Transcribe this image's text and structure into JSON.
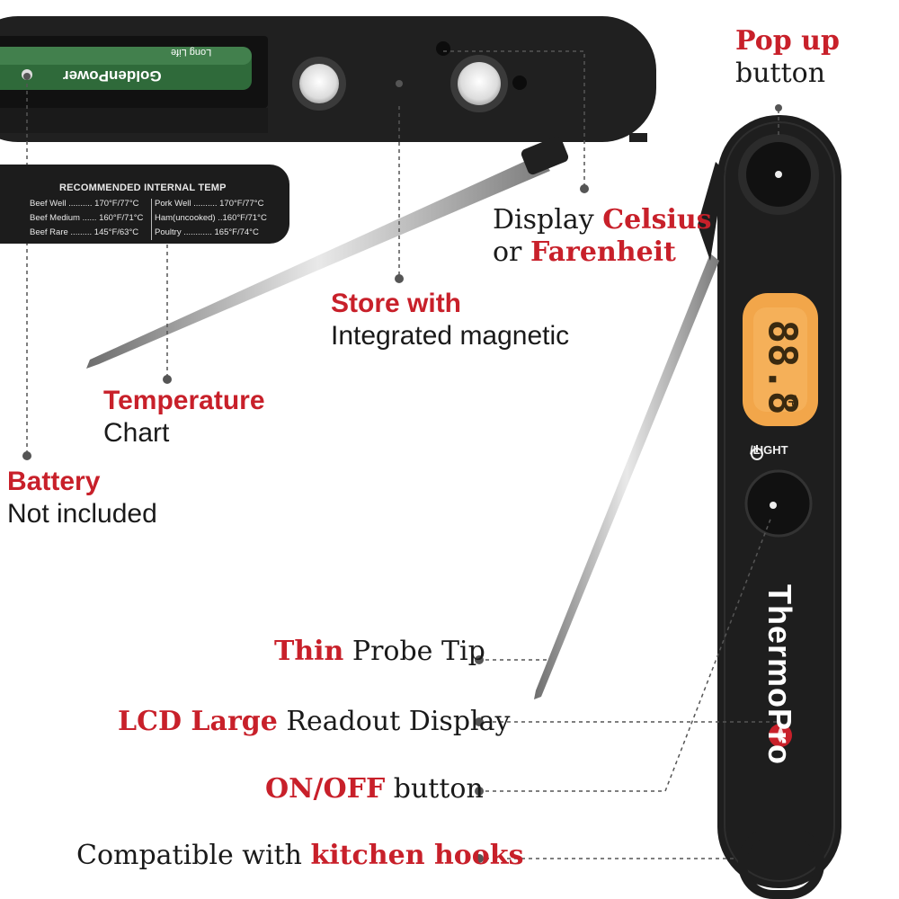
{
  "labels": {
    "pop_up": {
      "highlight": "Pop up",
      "rest": "button"
    },
    "display": {
      "prefix": "Display ",
      "celsius": "Celsius",
      "or": "or ",
      "farenheit": "Farenheit"
    },
    "store": {
      "highlight": "Store with",
      "rest": "Integrated magnetic"
    },
    "temperature": {
      "highlight": "Temperature",
      "rest": "Chart"
    },
    "battery": {
      "highlight": "Battery",
      "rest": "Not included"
    },
    "thin": {
      "highlight": "Thin",
      "rest": " Probe Tip"
    },
    "lcd": {
      "highlight": "LCD Large",
      "rest": " Readout Display"
    },
    "onoff": {
      "highlight": "ON/OFF",
      "rest": " button"
    },
    "hooks": {
      "prefix": "Compatible with ",
      "highlight": "kitchen hooks"
    }
  },
  "temp_chart": {
    "title": "RECOMMENDED INTERNAL TEMP",
    "left": [
      "Beef Well .......... 170°F/77°C",
      "Beef Medium ...... 160°F/71°C",
      "Beef Rare ......... 145°F/63°C"
    ],
    "right": [
      "Pork Well .......... 170°F/77°C",
      "Ham(uncooked) ..160°F/71°C",
      "Poultry ............ 165°F/74°C"
    ]
  },
  "device": {
    "lcd_reading": "88.8",
    "lcd_unit": "°F",
    "light_label": "/LIGHT",
    "brand": "ThermoPro",
    "battery_brand": "GoldenPower",
    "battery_tag": "Long Life"
  },
  "colors": {
    "accent": "#c8202a",
    "body": "#1e1e1e",
    "lcd": "#f2a64a",
    "text": "#1a1a1a"
  },
  "icons": [
    "power-icon",
    "flame-icon"
  ]
}
